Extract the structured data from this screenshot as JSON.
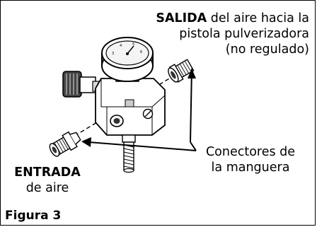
{
  "labels": {
    "salida_bold": "SALIDA",
    "salida_rest": " del aire hacia la",
    "salida_line2": "pistola pulverizadora",
    "salida_line3": "(no regulado)",
    "conectores_line1": "Conectores de",
    "conectores_line2": "la manguera",
    "entrada_line1": "ENTRADA",
    "entrada_line2": "de aire",
    "figure_caption": "Figura 3"
  },
  "gauge": {
    "dial_marks": [
      "3",
      "4",
      "5",
      "6"
    ]
  },
  "colors": {
    "line": "#000000",
    "fill": "#ffffff",
    "shade": "#cfcfcf",
    "dark": "#555555"
  }
}
